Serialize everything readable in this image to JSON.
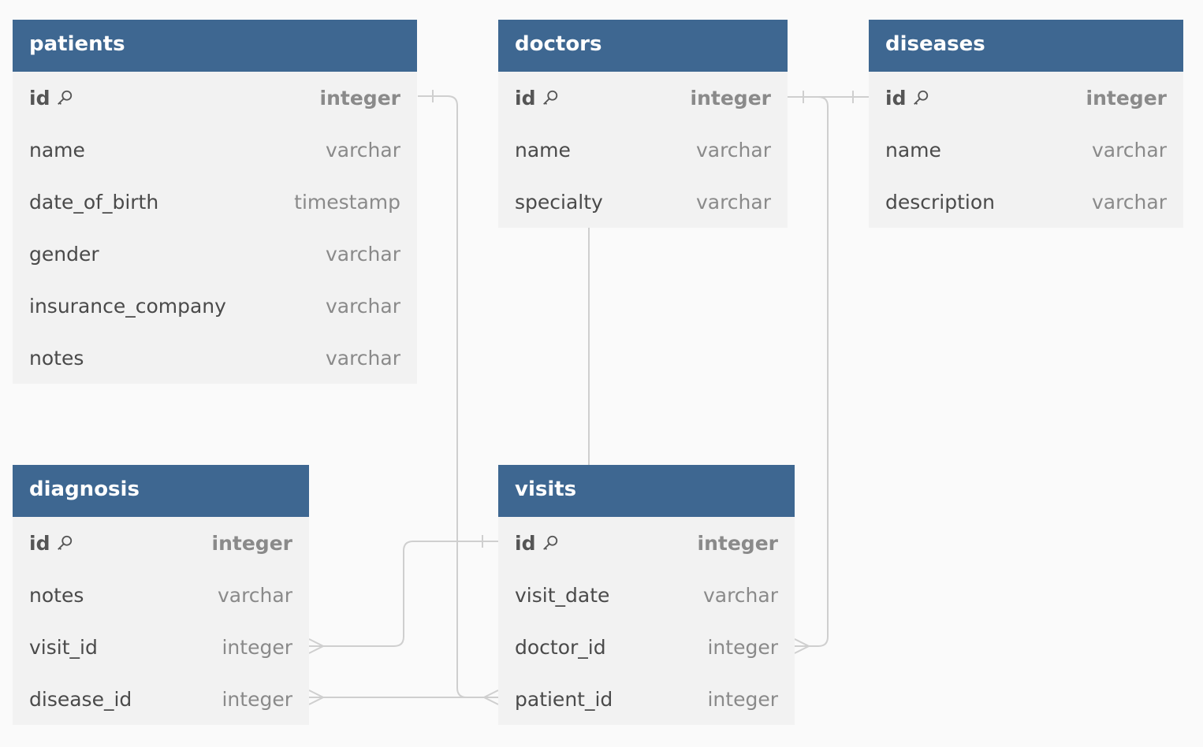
{
  "diagram": {
    "tables": {
      "patients": {
        "title": "patients",
        "columns": [
          {
            "name": "id",
            "type": "integer",
            "pk": true,
            "icon": "key-icon"
          },
          {
            "name": "name",
            "type": "varchar"
          },
          {
            "name": "date_of_birth",
            "type": "timestamp"
          },
          {
            "name": "gender",
            "type": "varchar"
          },
          {
            "name": "insurance_company",
            "type": "varchar"
          },
          {
            "name": "notes",
            "type": "varchar"
          }
        ]
      },
      "doctors": {
        "title": "doctors",
        "columns": [
          {
            "name": "id",
            "type": "integer",
            "pk": true,
            "icon": "key-icon"
          },
          {
            "name": "name",
            "type": "varchar"
          },
          {
            "name": "specialty",
            "type": "varchar"
          }
        ]
      },
      "diseases": {
        "title": "diseases",
        "columns": [
          {
            "name": "id",
            "type": "integer",
            "pk": true,
            "icon": "key-icon"
          },
          {
            "name": "name",
            "type": "varchar"
          },
          {
            "name": "description",
            "type": "varchar"
          }
        ]
      },
      "diagnosis": {
        "title": "diagnosis",
        "columns": [
          {
            "name": "id",
            "type": "integer",
            "pk": true,
            "icon": "key-icon"
          },
          {
            "name": "notes",
            "type": "varchar"
          },
          {
            "name": "visit_id",
            "type": "integer"
          },
          {
            "name": "disease_id",
            "type": "integer"
          }
        ]
      },
      "visits": {
        "title": "visits",
        "columns": [
          {
            "name": "id",
            "type": "integer",
            "pk": true,
            "icon": "key-icon"
          },
          {
            "name": "visit_date",
            "type": "varchar"
          },
          {
            "name": "doctor_id",
            "type": "integer"
          },
          {
            "name": "patient_id",
            "type": "integer"
          }
        ]
      }
    },
    "relationships": [
      {
        "from": "patients.id",
        "to": "visits.patient_id",
        "cardinality": "one-to-many"
      },
      {
        "from": "doctors.id",
        "to": "visits.doctor_id",
        "cardinality": "one-to-many"
      },
      {
        "from": "doctors",
        "to": "visits",
        "cardinality": "link"
      },
      {
        "from": "doctors.id",
        "to": "diseases.id",
        "cardinality": "one-to-one"
      },
      {
        "from": "visits.id",
        "to": "diagnosis.visit_id",
        "cardinality": "one-to-many"
      },
      {
        "from": "visits.patient_id",
        "to": "diagnosis.disease_id",
        "cardinality": "one-to-many"
      }
    ],
    "colors": {
      "header": "#3e6791",
      "table_body": "#f2f2f2",
      "background": "#fafafa",
      "connector": "#d0d0d0"
    }
  }
}
